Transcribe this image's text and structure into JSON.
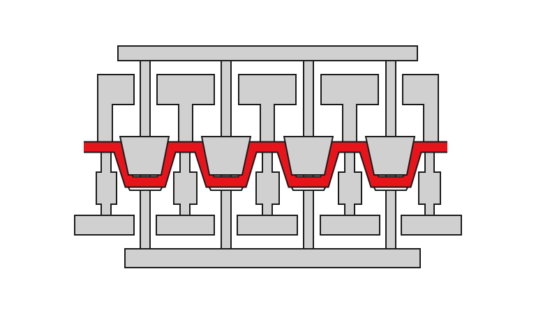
{
  "colors": {
    "background": "#ffffff",
    "part_fill": "#d0d0d0",
    "outline": "#1a1a1a",
    "sheet": "#e8141b",
    "gap": "#ffffff"
  },
  "parts": {
    "upper_plate": "upper-press-plate",
    "lower_plate": "lower-press-plate",
    "upper_punches": 4,
    "side_hooks": 2,
    "lower_pads": 5,
    "forming_stations": 4,
    "guide_posts": 4
  }
}
